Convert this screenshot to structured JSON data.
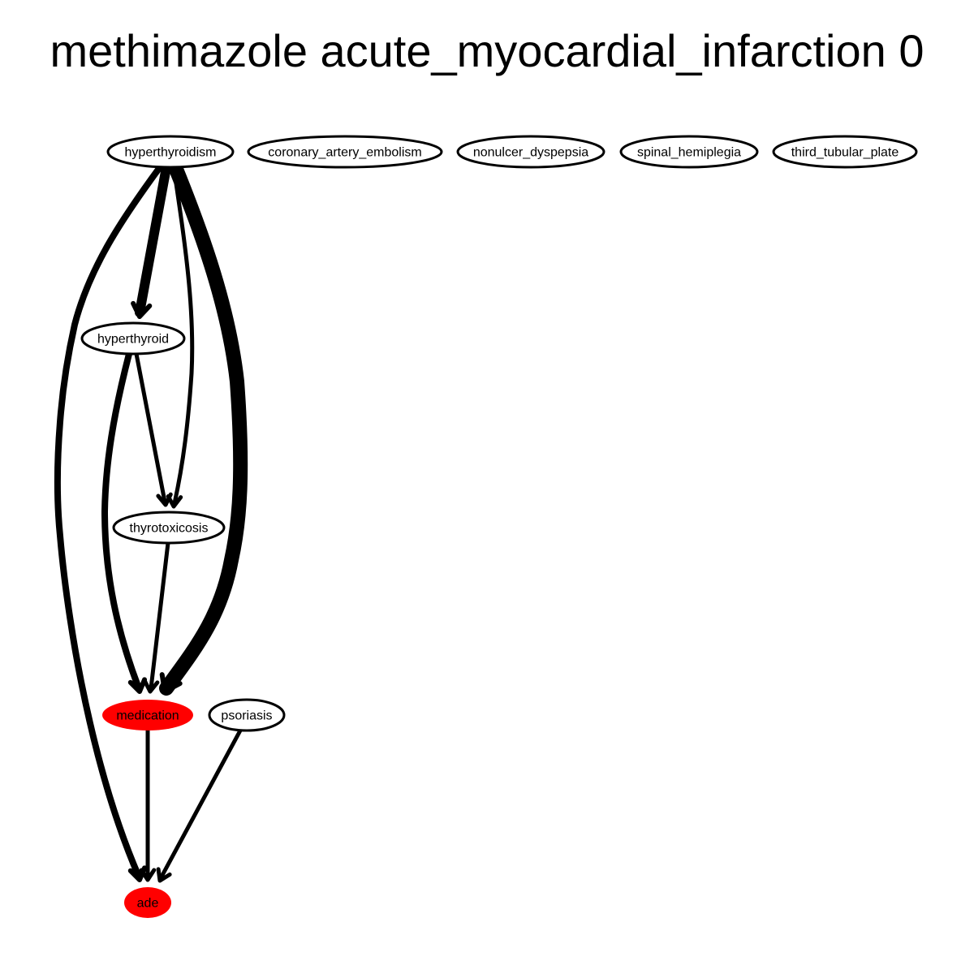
{
  "title": "methimazole acute_myocardial_infarction 0",
  "colors": {
    "highlight": "#ff0000",
    "default_fill": "#ffffff",
    "stroke": "#000000"
  },
  "nodes": [
    {
      "id": "hyperthyroidism",
      "label": "hyperthyroidism",
      "highlight": false
    },
    {
      "id": "coronary_artery_embolism",
      "label": "coronary_artery_embolism",
      "highlight": false
    },
    {
      "id": "nonulcer_dyspepsia",
      "label": "nonulcer_dyspepsia",
      "highlight": false
    },
    {
      "id": "spinal_hemiplegia",
      "label": "spinal_hemiplegia",
      "highlight": false
    },
    {
      "id": "third_tubular_plate",
      "label": "third_tubular_plate",
      "highlight": false
    },
    {
      "id": "hyperthyroid",
      "label": "hyperthyroid",
      "highlight": false
    },
    {
      "id": "thyrotoxicosis",
      "label": "thyrotoxicosis",
      "highlight": false
    },
    {
      "id": "medication",
      "label": "medication",
      "highlight": true
    },
    {
      "id": "psoriasis",
      "label": "psoriasis",
      "highlight": false
    },
    {
      "id": "ade",
      "label": "ade",
      "highlight": true
    }
  ],
  "edges": [
    {
      "from": "hyperthyroidism",
      "to": "hyperthyroid",
      "weight": "heavy"
    },
    {
      "from": "hyperthyroidism",
      "to": "thyrotoxicosis",
      "weight": "light"
    },
    {
      "from": "hyperthyroidism",
      "to": "medication",
      "weight": "heaviest"
    },
    {
      "from": "hyperthyroidism",
      "to": "ade",
      "weight": "medium"
    },
    {
      "from": "hyperthyroid",
      "to": "thyrotoxicosis",
      "weight": "light"
    },
    {
      "from": "hyperthyroid",
      "to": "medication",
      "weight": "medium"
    },
    {
      "from": "thyrotoxicosis",
      "to": "medication",
      "weight": "light"
    },
    {
      "from": "medication",
      "to": "ade",
      "weight": "light"
    },
    {
      "from": "psoriasis",
      "to": "ade",
      "weight": "light"
    }
  ]
}
